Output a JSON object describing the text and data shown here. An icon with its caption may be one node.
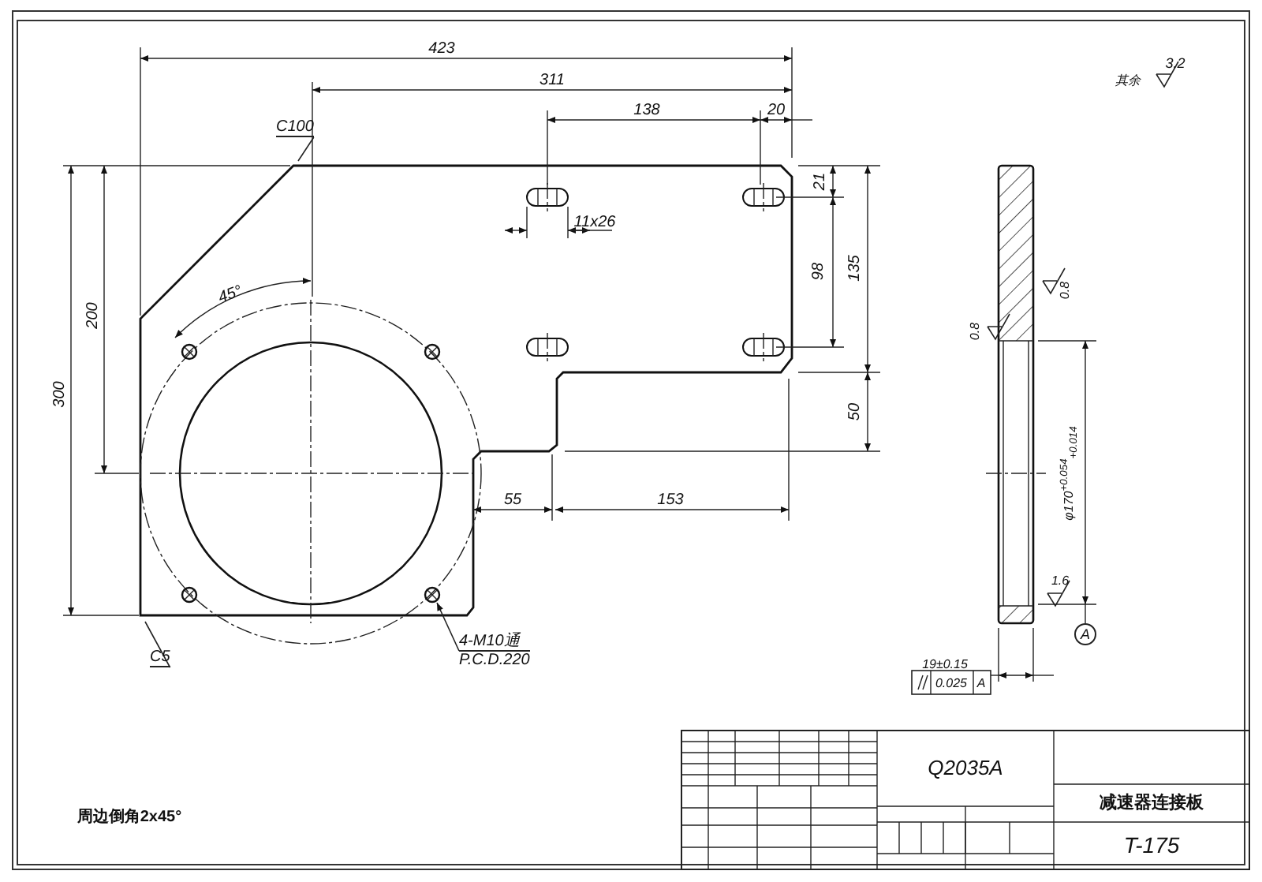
{
  "diagram": {
    "nodes": [
      {
        "text": [
          "C100"
        ]
      },
      {
        "text": [
          "C5"
        ]
      },
      {
        "text": [
          "4-M10通",
          "P.C.D.220"
        ]
      }
    ],
    "edges": [
      {
        "from": 0,
        "to": null,
        "arrow": "none"
      },
      {
        "from": 1,
        "to": null,
        "arrow": "none"
      },
      {
        "from": 2,
        "to": null,
        "arrow": "to"
      }
    ],
    "labels": [
      "423",
      "311",
      "138",
      "20",
      "其余",
      "3.2",
      "11x26",
      "21",
      "98",
      "135",
      "45°",
      "200",
      "300",
      "0.8",
      "0.8",
      "50",
      "φ170$^{+0.054}$$_{+0.014}$",
      "55",
      "153",
      "1.6",
      "A",
      "19±0.15",
      "0.025",
      "A",
      "周边倒角2x45°",
      "Q2035A",
      "减速器连接板",
      "T-175"
    ]
  }
}
